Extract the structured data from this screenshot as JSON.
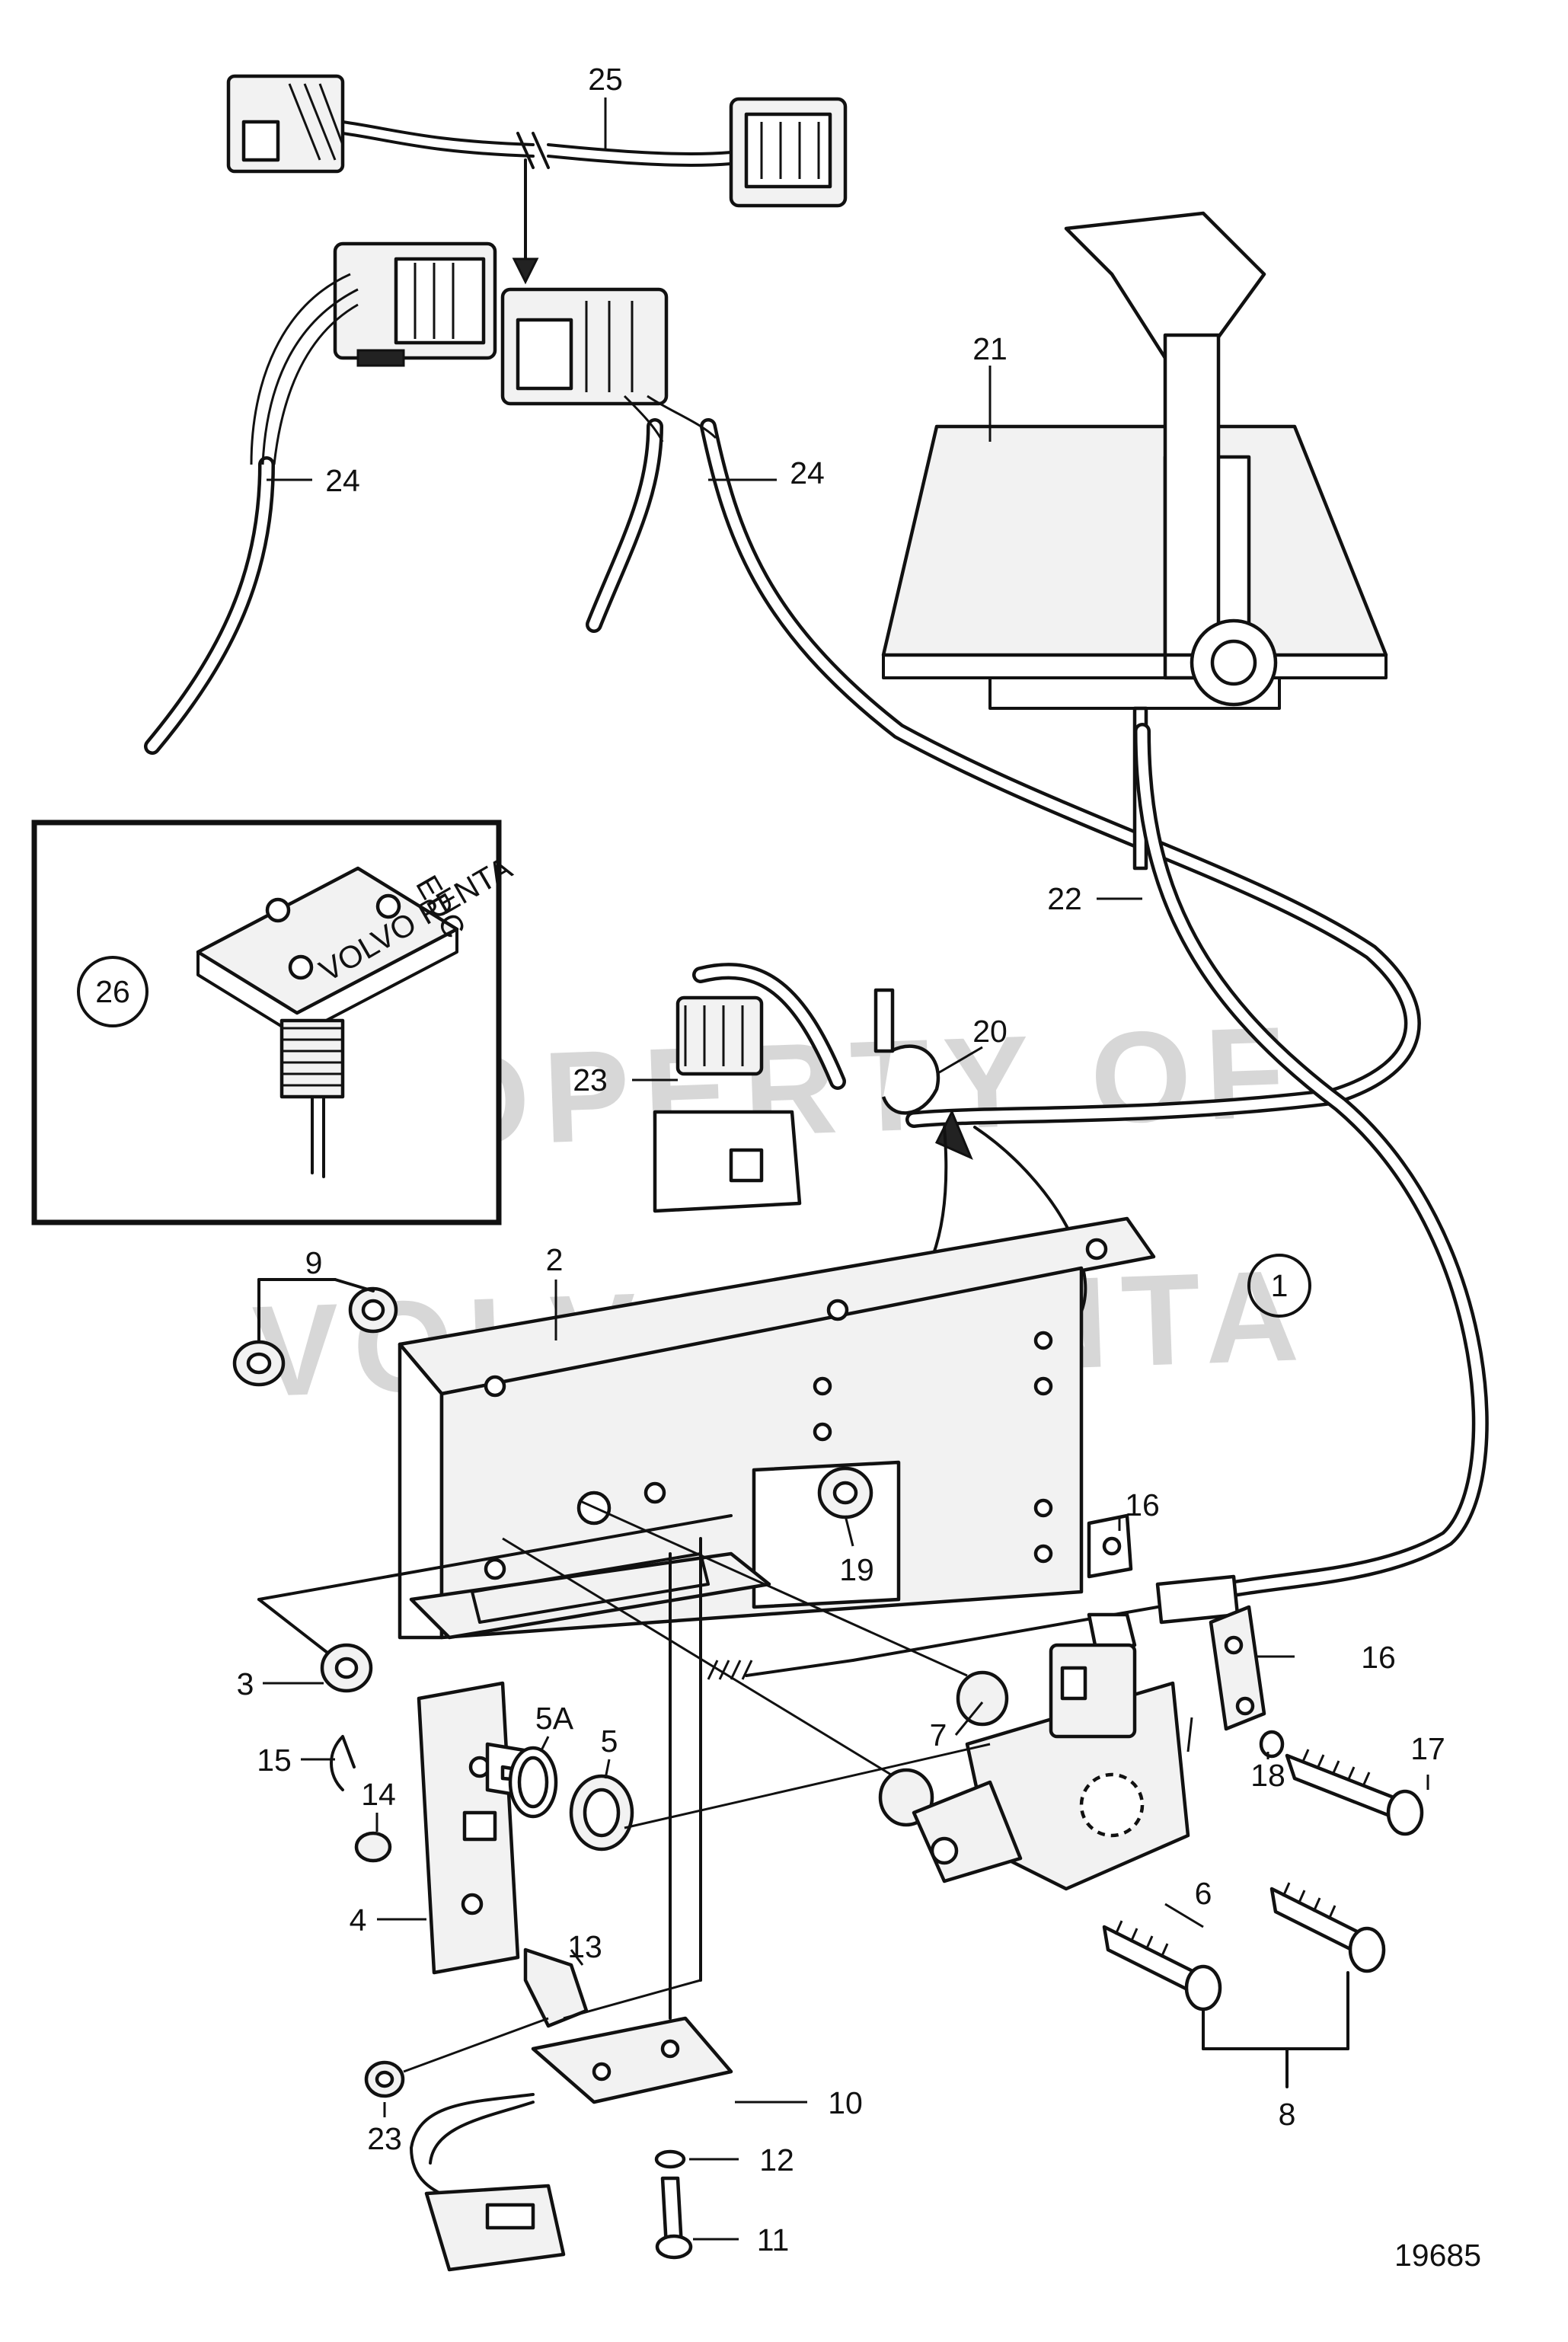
{
  "diagram": {
    "figure_number": "19685",
    "watermark": [
      "PROPERTY OF",
      "VOLVO PENTA"
    ],
    "callouts": {
      "c1": "1",
      "c2": "2",
      "c3": "3",
      "c4": "4",
      "c5": "5",
      "c5a": "5A",
      "c6": "6",
      "c7": "7",
      "c8": "8",
      "c9": "9",
      "c10": "10",
      "c11": "11",
      "c12": "12",
      "c13": "13",
      "c14": "14",
      "c15": "15",
      "c16a": "16",
      "c16b": "16",
      "c17": "17",
      "c18": "18",
      "c19": "19",
      "c20": "20",
      "c21": "21",
      "c22": "22",
      "c23a": "23",
      "c23b": "23",
      "c24a": "24",
      "c24b": "24",
      "c25": "25",
      "c26": "26"
    },
    "inset_panel": {
      "logo_text": "VOLVO PENTA",
      "badge_text": "EDC"
    }
  }
}
